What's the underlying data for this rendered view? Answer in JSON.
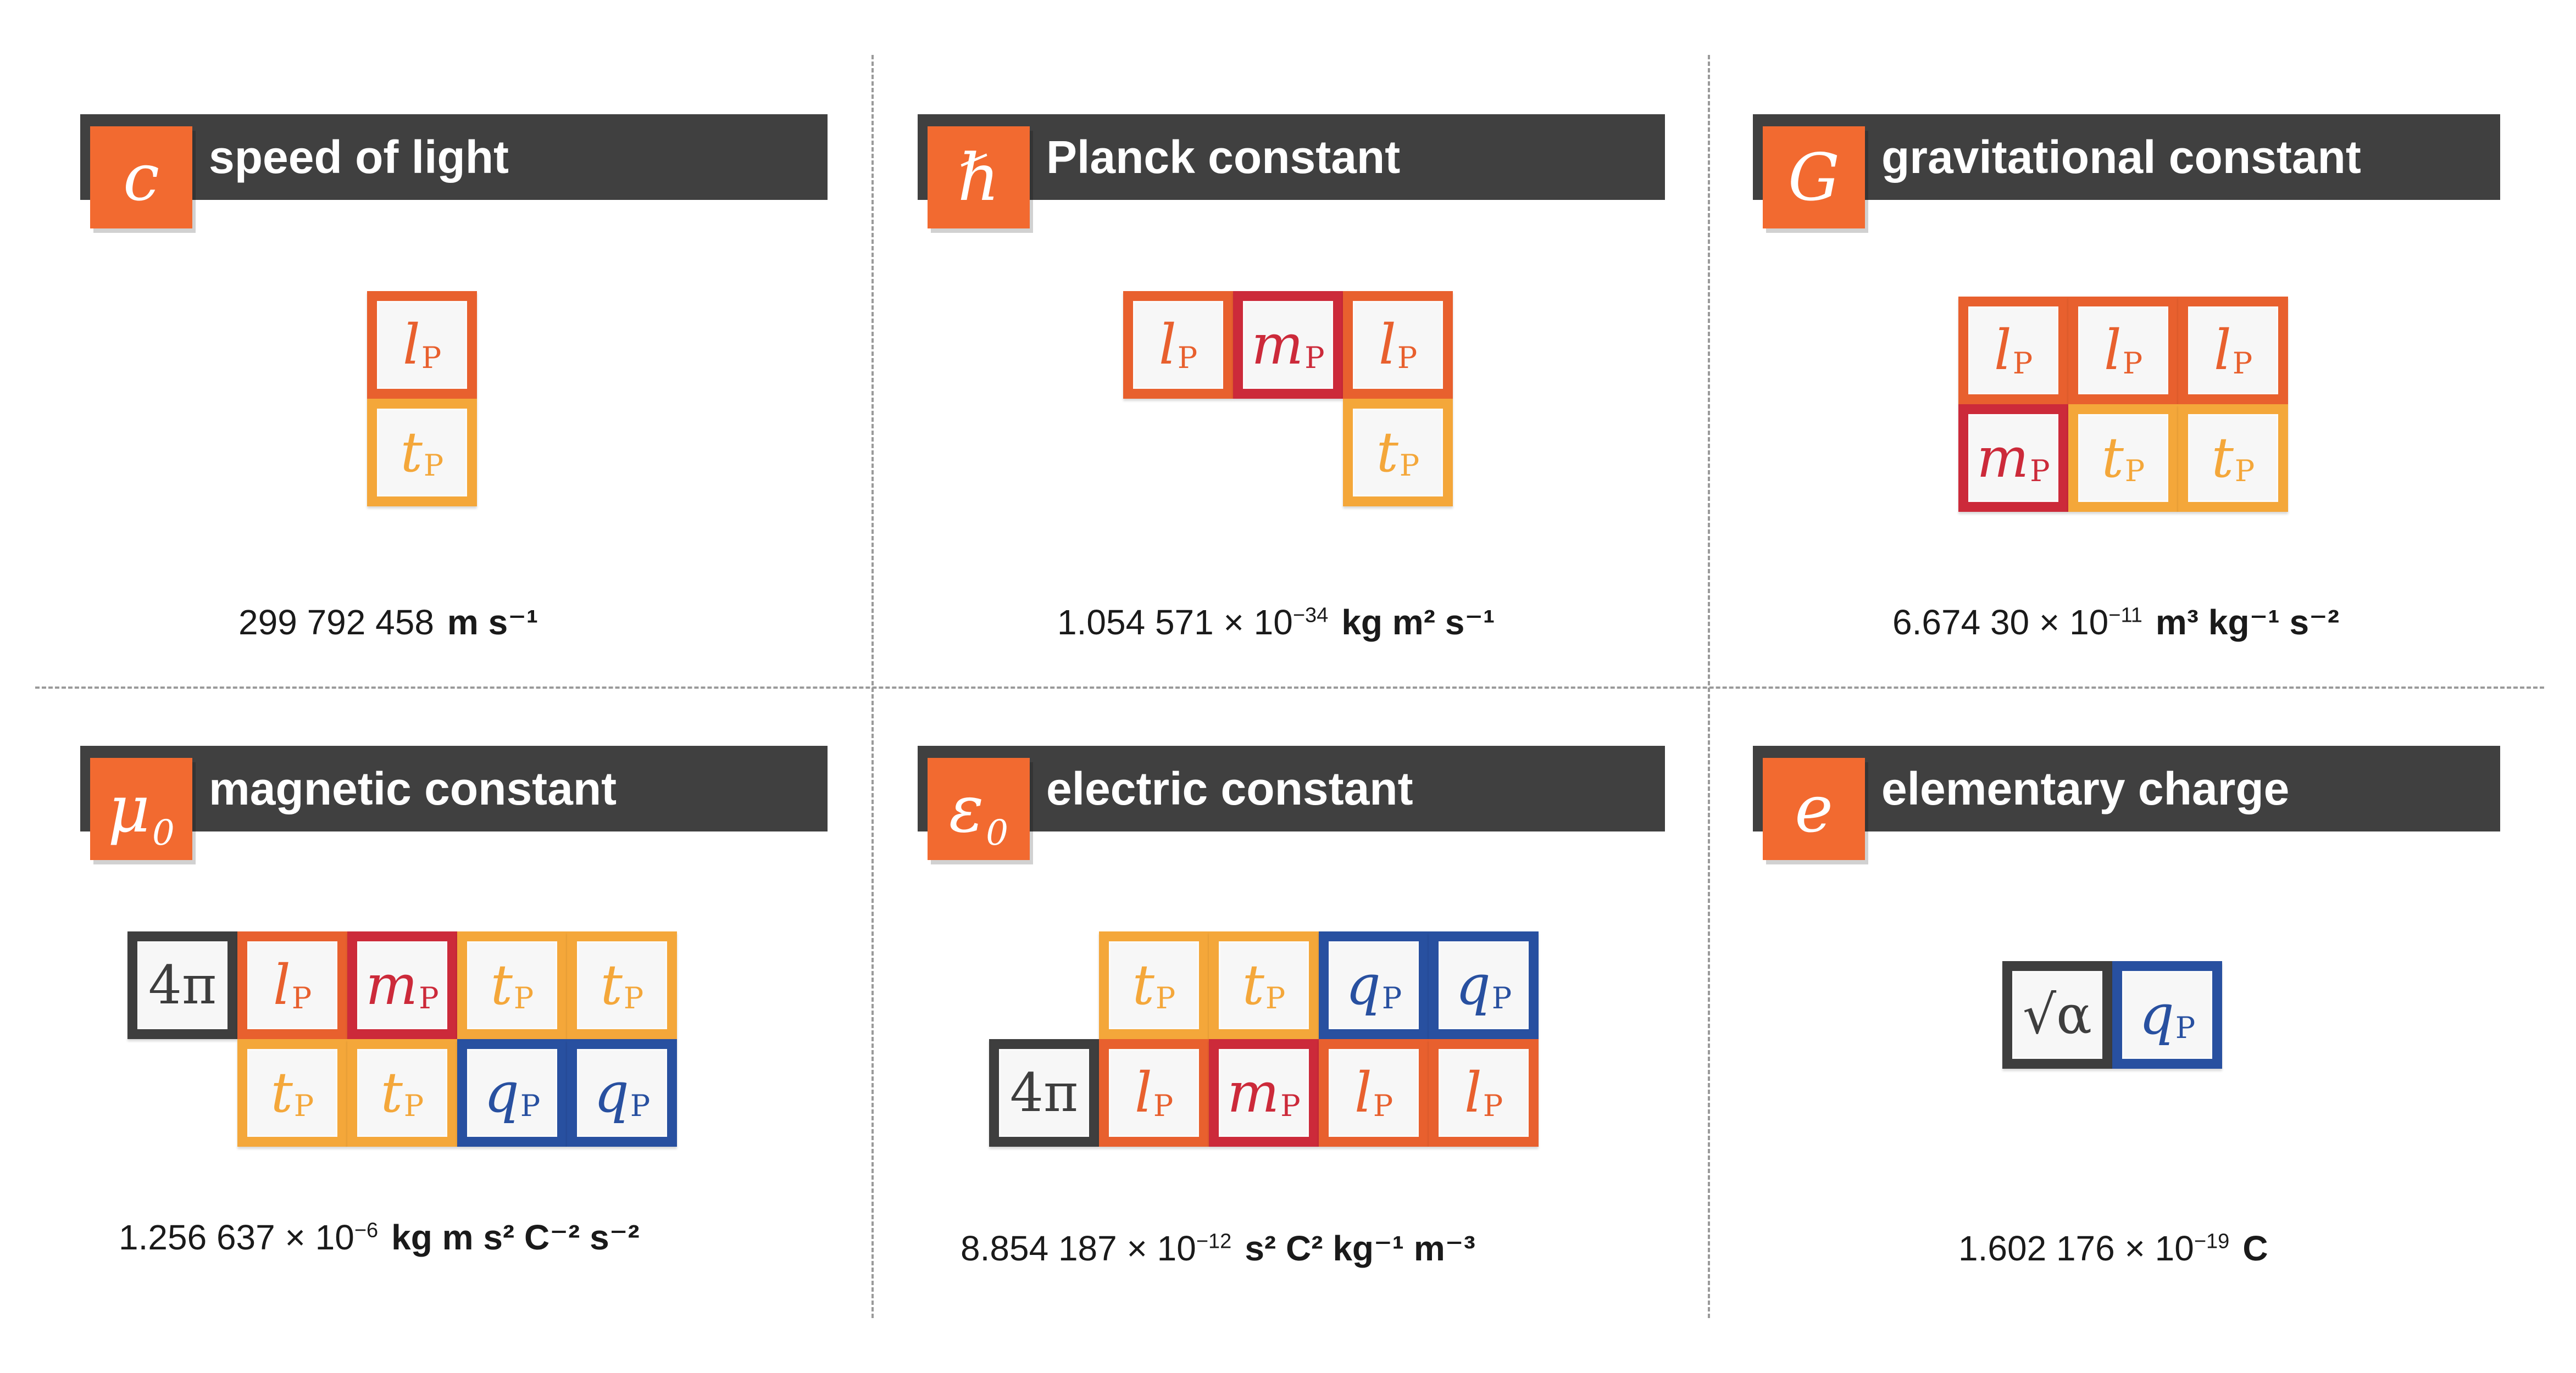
{
  "panels": [
    {
      "symbol": "c",
      "symbol_sub": "",
      "title": "speed of light",
      "value": "299 792 458",
      "exp": "",
      "unit": "m s⁻¹",
      "blocks": [
        {
          "label": "l",
          "sub": "P",
          "kind": "l"
        },
        {
          "label": "t",
          "sub": "P",
          "kind": "t"
        }
      ]
    },
    {
      "symbol": "ℏ",
      "symbol_sub": "",
      "title": "Planck constant",
      "value": "1.054 571 × 10",
      "exp": "−34",
      "unit": "kg m² s⁻¹",
      "blocks": [
        {
          "label": "l",
          "sub": "P",
          "kind": "l"
        },
        {
          "label": "m",
          "sub": "P",
          "kind": "m"
        },
        {
          "label": "l",
          "sub": "P",
          "kind": "l"
        },
        {
          "label": "t",
          "sub": "P",
          "kind": "t"
        }
      ]
    },
    {
      "symbol": "G",
      "symbol_sub": "",
      "title": "gravitational constant",
      "value": "6.674 30 × 10",
      "exp": "−11",
      "unit": "m³ kg⁻¹ s⁻²",
      "blocks": [
        {
          "label": "l",
          "sub": "P",
          "kind": "l"
        },
        {
          "label": "l",
          "sub": "P",
          "kind": "l"
        },
        {
          "label": "l",
          "sub": "P",
          "kind": "l"
        },
        {
          "label": "m",
          "sub": "P",
          "kind": "m"
        },
        {
          "label": "t",
          "sub": "P",
          "kind": "t"
        },
        {
          "label": "t",
          "sub": "P",
          "kind": "t"
        }
      ]
    },
    {
      "symbol": "μ",
      "symbol_sub": "0",
      "title": "magnetic constant",
      "value": "1.256 637 × 10",
      "exp": "−6",
      "unit": "kg m s² C⁻² s⁻²",
      "blocks": [
        {
          "label": "4π",
          "sub": "",
          "kind": "n"
        },
        {
          "label": "l",
          "sub": "P",
          "kind": "l"
        },
        {
          "label": "m",
          "sub": "P",
          "kind": "m"
        },
        {
          "label": "t",
          "sub": "P",
          "kind": "t"
        },
        {
          "label": "t",
          "sub": "P",
          "kind": "t"
        },
        {
          "label": "t",
          "sub": "P",
          "kind": "t"
        },
        {
          "label": "t",
          "sub": "P",
          "kind": "t"
        },
        {
          "label": "q",
          "sub": "P",
          "kind": "q"
        },
        {
          "label": "q",
          "sub": "P",
          "kind": "q"
        }
      ]
    },
    {
      "symbol": "ε",
      "symbol_sub": "0",
      "title": "electric constant",
      "value": "8.854 187 × 10",
      "exp": "−12",
      "unit": "s² C² kg⁻¹ m⁻³",
      "blocks": [
        {
          "label": "t",
          "sub": "P",
          "kind": "t"
        },
        {
          "label": "t",
          "sub": "P",
          "kind": "t"
        },
        {
          "label": "q",
          "sub": "P",
          "kind": "q"
        },
        {
          "label": "q",
          "sub": "P",
          "kind": "q"
        },
        {
          "label": "4π",
          "sub": "",
          "kind": "n"
        },
        {
          "label": "l",
          "sub": "P",
          "kind": "l"
        },
        {
          "label": "m",
          "sub": "P",
          "kind": "m"
        },
        {
          "label": "l",
          "sub": "P",
          "kind": "l"
        },
        {
          "label": "l",
          "sub": "P",
          "kind": "l"
        }
      ]
    },
    {
      "symbol": "e",
      "symbol_sub": "",
      "title": "elementary charge",
      "value": "1.602 176 × 10",
      "exp": "−19",
      "unit": "C",
      "blocks": [
        {
          "label": "√α",
          "sub": "",
          "kind": "n"
        },
        {
          "label": "q",
          "sub": "P",
          "kind": "q"
        }
      ]
    }
  ],
  "colors": {
    "l": "#e8602e",
    "m": "#cc2a3a",
    "t": "#f4a73a",
    "q": "#2850a0",
    "n": "#3e3e3e",
    "header": "#404040",
    "symbol_box": "#f26a30"
  }
}
